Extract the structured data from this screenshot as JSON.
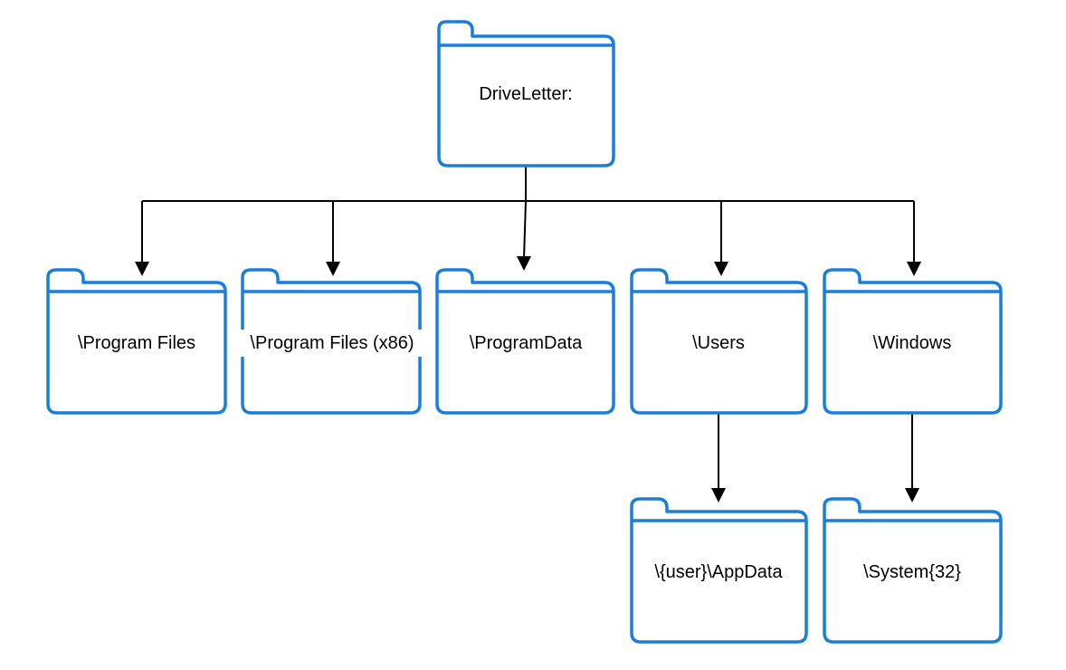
{
  "diagram": {
    "root": {
      "label": "DriveLetter:"
    },
    "children": [
      {
        "label": "\\Program Files"
      },
      {
        "label": "\\Program Files (x86)"
      },
      {
        "label": "\\ProgramData"
      },
      {
        "label": "\\Users"
      },
      {
        "label": "\\Windows"
      }
    ],
    "grandchildren": [
      {
        "label": "\\{user}\\AppData"
      },
      {
        "label": "\\System{32}"
      }
    ],
    "colors": {
      "folder_stroke": "#1a7fd9",
      "folder_fill": "#ffffff",
      "connector": "#000000"
    }
  }
}
